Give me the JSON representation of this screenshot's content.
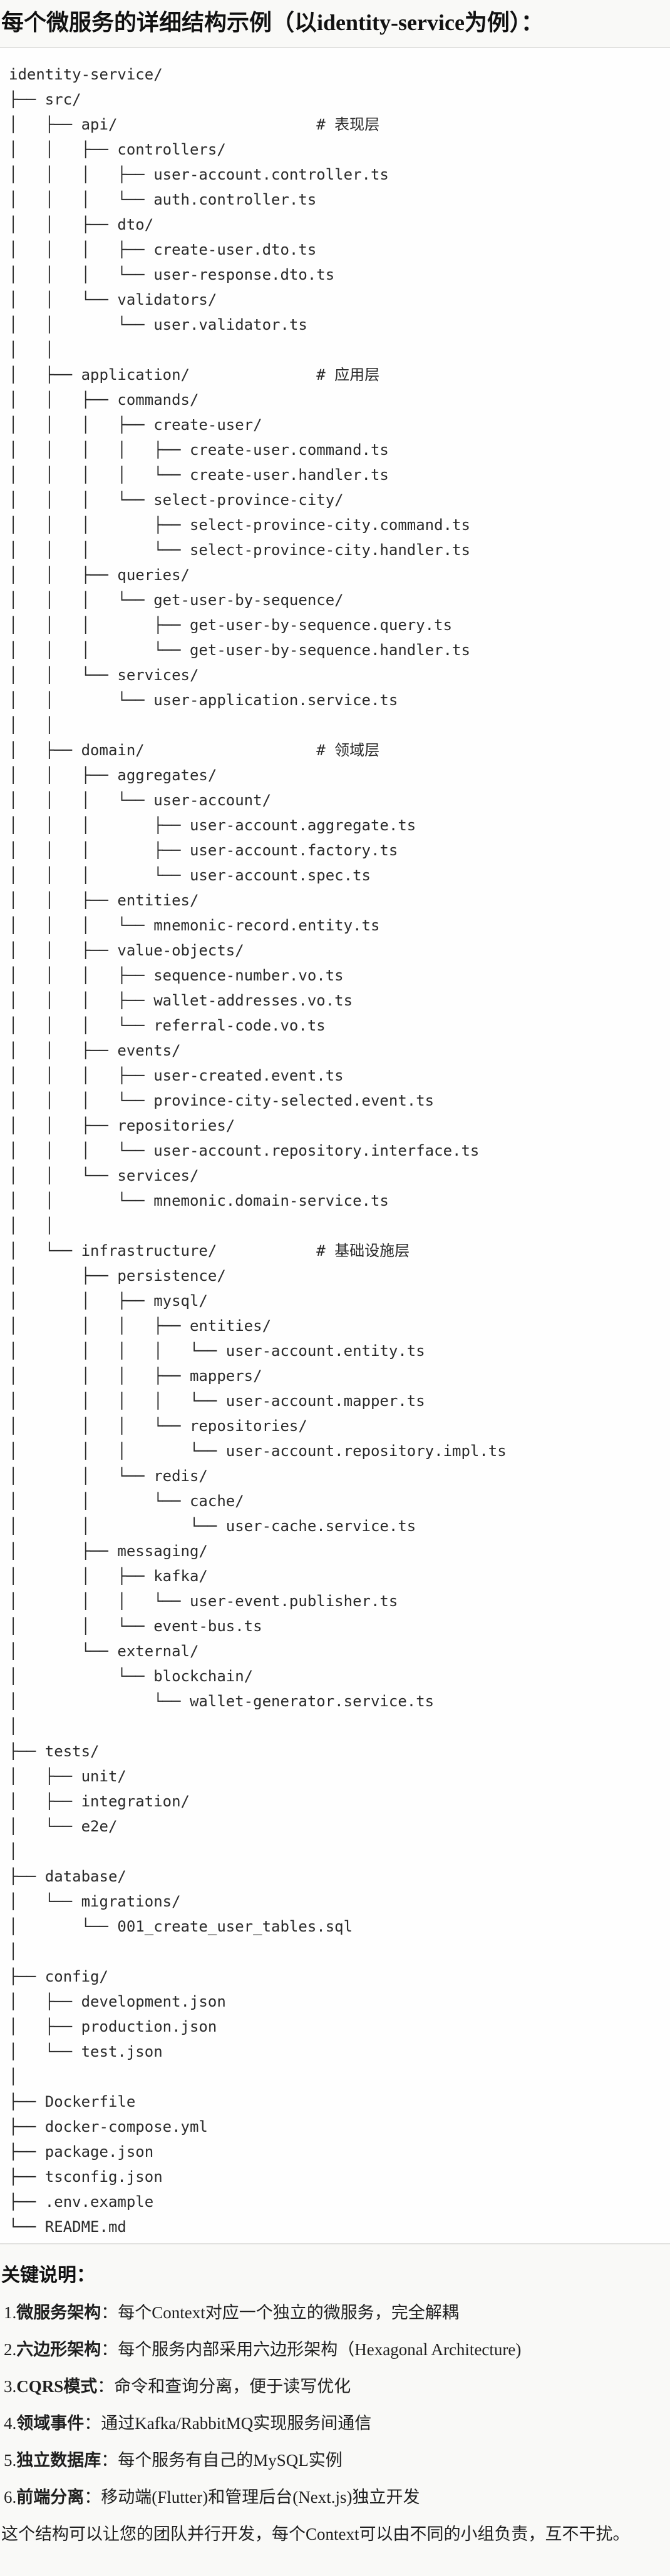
{
  "title": "每个微服务的详细结构示例（以identity-service为例）：",
  "tree": {
    "lines": [
      "identity-service/",
      "├── src/",
      "│   ├── api/                      # 表现层",
      "│   │   ├── controllers/",
      "│   │   │   ├── user-account.controller.ts",
      "│   │   │   └── auth.controller.ts",
      "│   │   ├── dto/",
      "│   │   │   ├── create-user.dto.ts",
      "│   │   │   └── user-response.dto.ts",
      "│   │   └── validators/",
      "│   │       └── user.validator.ts",
      "│   │",
      "│   ├── application/              # 应用层",
      "│   │   ├── commands/",
      "│   │   │   ├── create-user/",
      "│   │   │   │   ├── create-user.command.ts",
      "│   │   │   │   └── create-user.handler.ts",
      "│   │   │   └── select-province-city/",
      "│   │   │       ├── select-province-city.command.ts",
      "│   │   │       └── select-province-city.handler.ts",
      "│   │   ├── queries/",
      "│   │   │   └── get-user-by-sequence/",
      "│   │   │       ├── get-user-by-sequence.query.ts",
      "│   │   │       └── get-user-by-sequence.handler.ts",
      "│   │   └── services/",
      "│   │       └── user-application.service.ts",
      "│   │",
      "│   ├── domain/                   # 领域层",
      "│   │   ├── aggregates/",
      "│   │   │   └── user-account/",
      "│   │   │       ├── user-account.aggregate.ts",
      "│   │   │       ├── user-account.factory.ts",
      "│   │   │       └── user-account.spec.ts",
      "│   │   ├── entities/",
      "│   │   │   └── mnemonic-record.entity.ts",
      "│   │   ├── value-objects/",
      "│   │   │   ├── sequence-number.vo.ts",
      "│   │   │   ├── wallet-addresses.vo.ts",
      "│   │   │   └── referral-code.vo.ts",
      "│   │   ├── events/",
      "│   │   │   ├── user-created.event.ts",
      "│   │   │   └── province-city-selected.event.ts",
      "│   │   ├── repositories/",
      "│   │   │   └── user-account.repository.interface.ts",
      "│   │   └── services/",
      "│   │       └── mnemonic.domain-service.ts",
      "│   │",
      "│   └── infrastructure/           # 基础设施层",
      "│       ├── persistence/",
      "│       │   ├── mysql/",
      "│       │   │   ├── entities/",
      "│       │   │   │   └── user-account.entity.ts",
      "│       │   │   ├── mappers/",
      "│       │   │   │   └── user-account.mapper.ts",
      "│       │   │   └── repositories/",
      "│       │   │       └── user-account.repository.impl.ts",
      "│       │   └── redis/",
      "│       │       └── cache/",
      "│       │           └── user-cache.service.ts",
      "│       ├── messaging/",
      "│       │   ├── kafka/",
      "│       │   │   └── user-event.publisher.ts",
      "│       │   └── event-bus.ts",
      "│       └── external/",
      "│           └── blockchain/",
      "│               └── wallet-generator.service.ts",
      "│",
      "├── tests/",
      "│   ├── unit/",
      "│   ├── integration/",
      "│   └── e2e/",
      "│",
      "├── database/",
      "│   └── migrations/",
      "│       └── 001_create_user_tables.sql",
      "│",
      "├── config/",
      "│   ├── development.json",
      "│   ├── production.json",
      "│   └── test.json",
      "│",
      "├── Dockerfile",
      "├── docker-compose.yml",
      "├── package.json",
      "├── tsconfig.json",
      "├── .env.example",
      "└── README.md"
    ]
  },
  "notes": {
    "heading": "关键说明：",
    "items": [
      {
        "num": "1.",
        "term": "微服务架构",
        "desc": "：每个Context对应一个独立的微服务，完全解耦"
      },
      {
        "num": "2.",
        "term": "六边形架构",
        "desc": "：每个服务内部采用六边形架构（Hexagonal Architecture)"
      },
      {
        "num": "3.",
        "term": "CQRS模式",
        "desc": "：命令和查询分离，便于读写优化"
      },
      {
        "num": "4.",
        "term": "领域事件",
        "desc": "：通过Kafka/RabbitMQ实现服务间通信"
      },
      {
        "num": "5.",
        "term": "独立数据库",
        "desc": "：每个服务有自己的MySQL实例"
      },
      {
        "num": "6.",
        "term": "前端分离",
        "desc": "：移动端(Flutter)和管理后台(Next.js)独立开发"
      }
    ],
    "summary": "这个结构可以让您的团队并行开发，每个Context可以由不同的小组负责，互不干扰。"
  }
}
